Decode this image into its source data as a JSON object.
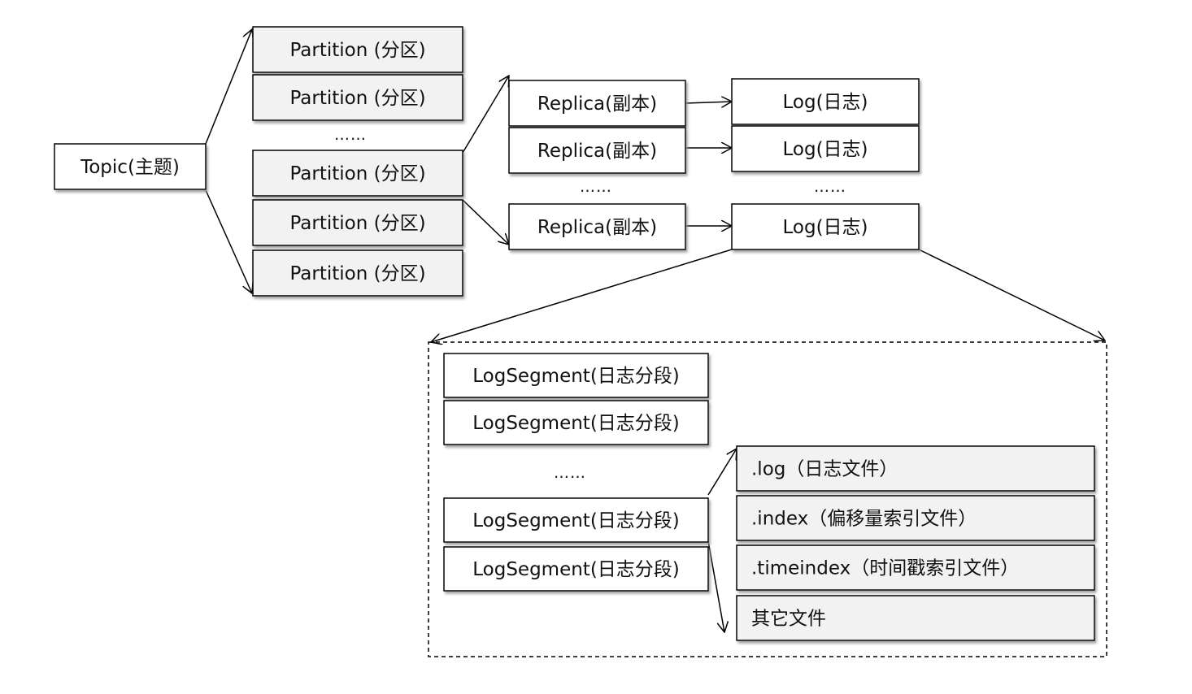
{
  "colors": {
    "box_white": "#ffffff",
    "box_gray": "#f2f2f2",
    "stroke": "#000000",
    "shadow": "#9a9a9a"
  },
  "topic": {
    "label": "Topic(主题)"
  },
  "partitions": {
    "items": [
      {
        "label": "Partition (分区)"
      },
      {
        "label": "Partition (分区)"
      },
      {
        "label": "Partition (分区)"
      },
      {
        "label": "Partition (分区)"
      },
      {
        "label": "Partition (分区)"
      }
    ],
    "ellipsis": "……"
  },
  "replicas": {
    "items": [
      {
        "label": "Replica(副本)"
      },
      {
        "label": "Replica(副本)"
      },
      {
        "label": "Replica(副本)"
      }
    ],
    "ellipsis": "……"
  },
  "logs": {
    "items": [
      {
        "label": "Log(日志)"
      },
      {
        "label": "Log(日志)"
      },
      {
        "label": "Log(日志)"
      }
    ],
    "ellipsis": "……"
  },
  "segments": {
    "items": [
      {
        "label": "LogSegment(日志分段)"
      },
      {
        "label": "LogSegment(日志分段)"
      },
      {
        "label": "LogSegment(日志分段)"
      },
      {
        "label": "LogSegment(日志分段)"
      }
    ],
    "ellipsis": "……"
  },
  "files": {
    "items": [
      {
        "label": ".log（日志文件）"
      },
      {
        "label": ".index（偏移量索引文件）"
      },
      {
        "label": ".timeindex（时间戳索引文件）"
      },
      {
        "label": "其它文件"
      }
    ]
  }
}
